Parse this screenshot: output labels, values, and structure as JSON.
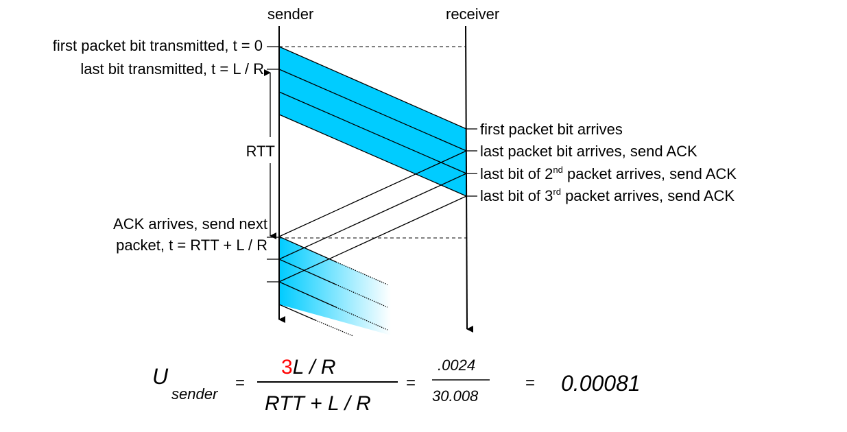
{
  "headers": {
    "sender": "sender",
    "receiver": "receiver"
  },
  "sender_labels": {
    "first_bit": "first packet bit transmitted, t = 0",
    "last_bit": "last bit transmitted, t = L / R",
    "rtt": "RTT",
    "ack_line1": "ACK arrives, send next",
    "ack_line2": "packet, t = RTT + L / R"
  },
  "receiver_labels": {
    "first_arrives": "first packet bit arrives",
    "last_arrives": "last packet bit arrives, send ACK",
    "second_pre": "last bit of 2",
    "second_sup": "nd",
    "second_post": " packet arrives, send ACK",
    "third_pre": "last bit of 3",
    "third_sup": "rd",
    "third_post": " packet arrives, send ACK"
  },
  "formula": {
    "u": "U",
    "sub": "sender",
    "eq": "=",
    "num_factor": "3",
    "num_rest": "L / R",
    "den": "RTT + L / R",
    "frac2_num": ".0024",
    "frac2_den": "30.008",
    "result": "0.00081"
  },
  "colors": {
    "packet": "#00ccff",
    "highlight": "#ff0000"
  }
}
